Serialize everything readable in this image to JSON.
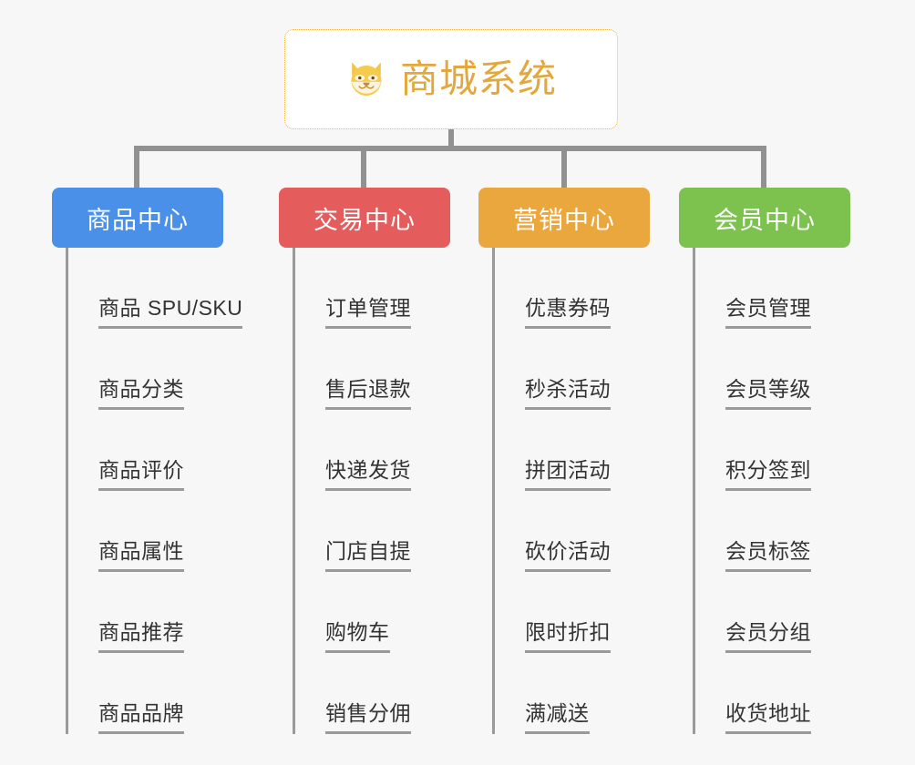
{
  "diagram": {
    "type": "mindmap-org-chart",
    "background_color": "#f7f7f7",
    "connector_color": "#919191",
    "root": {
      "title": "商城系统",
      "icon": "dog-face-icon",
      "text_color": "#e2a83e",
      "border_color": "#eab03f",
      "background_color": "#ffffff"
    },
    "categories": [
      {
        "label": "商品中心",
        "color": "#4a90e8",
        "items": [
          "商品 SPU/SKU",
          "商品分类",
          "商品评价",
          "商品属性",
          "商品推荐",
          "商品品牌"
        ]
      },
      {
        "label": "交易中心",
        "color": "#e45c5c",
        "items": [
          "订单管理",
          "售后退款",
          "快递发货",
          "门店自提",
          "购物车",
          "销售分佣"
        ]
      },
      {
        "label": "营销中心",
        "color": "#eaa73d",
        "items": [
          "优惠券码",
          "秒杀活动",
          "拼团活动",
          "砍价活动",
          "限时折扣",
          "满减送"
        ]
      },
      {
        "label": "会员中心",
        "color": "#7dc14f",
        "items": [
          "会员管理",
          "会员等级",
          "积分签到",
          "会员标签",
          "会员分组",
          "收货地址"
        ]
      }
    ]
  }
}
